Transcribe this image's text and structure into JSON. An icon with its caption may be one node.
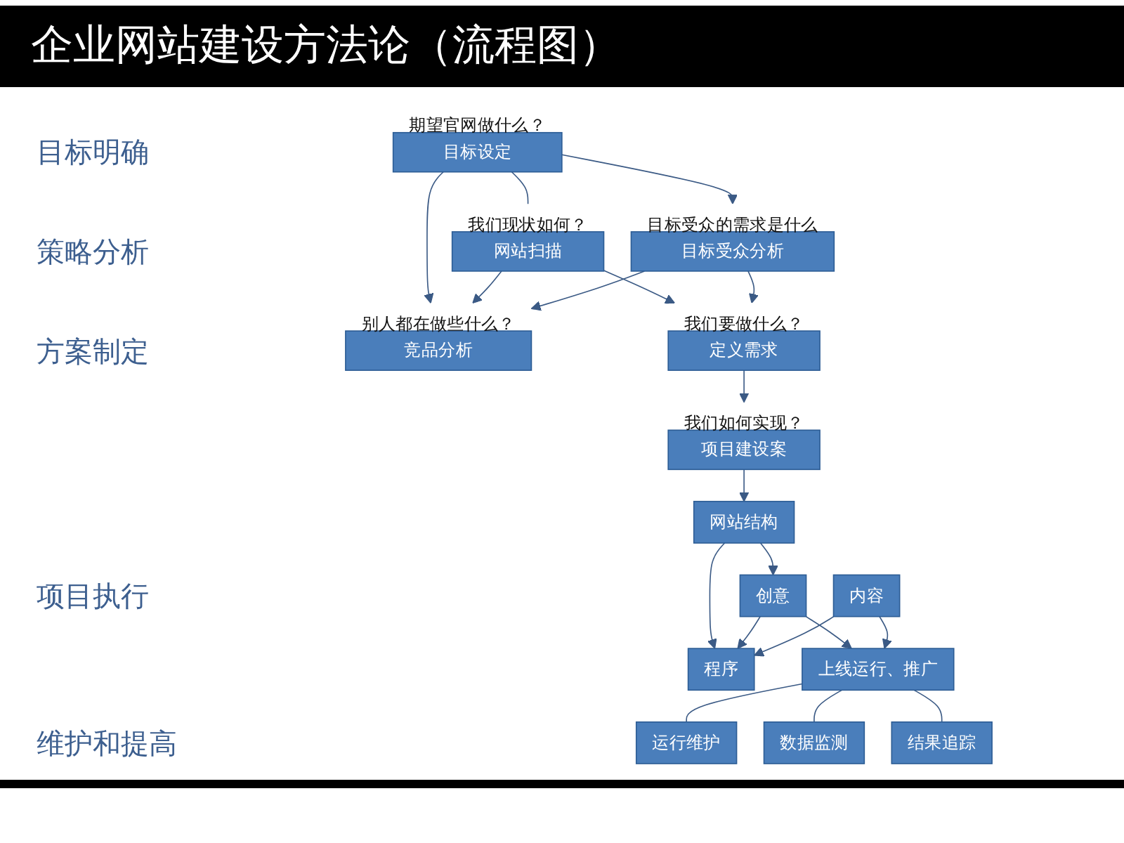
{
  "diagram": {
    "title": "企业网站建设方法论（流程图）",
    "nodes": [
      {
        "text": [
          "期望官网做什么？",
          "目标设定"
        ]
      },
      {
        "text": [
          "我们现状如何？",
          "网站扫描"
        ]
      },
      {
        "text": [
          "目标受众的需求是什么",
          "目标受众分析"
        ]
      },
      {
        "text": [
          "别人都在做些什么？",
          "竞品分析"
        ]
      },
      {
        "text": [
          "我们要做什么？",
          "定义需求"
        ]
      },
      {
        "text": [
          "我们如何实现？",
          "项目建设案"
        ]
      },
      {
        "text": [
          "网站结构"
        ]
      },
      {
        "text": [
          "创意"
        ]
      },
      {
        "text": [
          "内容"
        ]
      },
      {
        "text": [
          "程序"
        ]
      },
      {
        "text": [
          "上线运行、推广"
        ]
      },
      {
        "text": [
          "运行维护"
        ]
      },
      {
        "text": [
          "数据监测"
        ]
      },
      {
        "text": [
          "结果追踪"
        ]
      }
    ],
    "edges": [
      {
        "from": 0,
        "to": 1,
        "arrow": "none"
      },
      {
        "from": 0,
        "to": 2,
        "arrow": "to"
      },
      {
        "from": 0,
        "to": 3,
        "arrow": "to"
      },
      {
        "from": 1,
        "to": 3,
        "arrow": "to"
      },
      {
        "from": 1,
        "to": 4,
        "arrow": "to"
      },
      {
        "from": 2,
        "to": 3,
        "arrow": "to"
      },
      {
        "from": 2,
        "to": 4,
        "arrow": "to"
      },
      {
        "from": 4,
        "to": 5,
        "arrow": "to"
      },
      {
        "from": 5,
        "to": 6,
        "arrow": "to"
      },
      {
        "from": 6,
        "to": 7,
        "arrow": "to"
      },
      {
        "from": 6,
        "to": 9,
        "arrow": "to"
      },
      {
        "from": 7,
        "to": 9,
        "arrow": "to"
      },
      {
        "from": 7,
        "to": 10,
        "arrow": "to"
      },
      {
        "from": 8,
        "to": 9,
        "arrow": "to"
      },
      {
        "from": 8,
        "to": 10,
        "arrow": "to"
      },
      {
        "from": 10,
        "to": 11,
        "arrow": "none"
      },
      {
        "from": 10,
        "to": 12,
        "arrow": "none"
      },
      {
        "from": 10,
        "to": 13,
        "arrow": "none"
      }
    ],
    "labels": [
      "目标明确",
      "策略分析",
      "方案制定",
      "项目执行",
      "维护和提高"
    ]
  }
}
